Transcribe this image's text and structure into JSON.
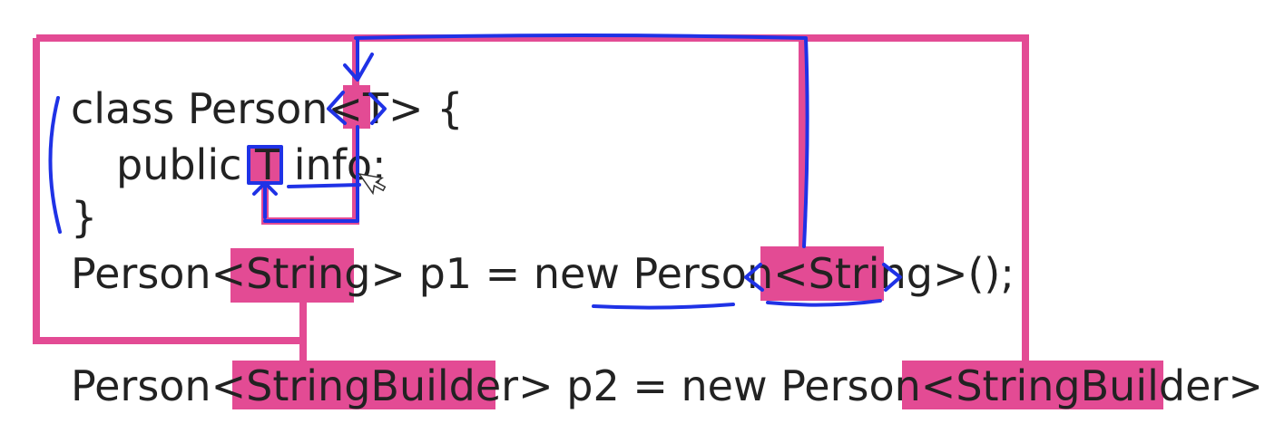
{
  "code": {
    "line1_prefix": "class Person",
    "line1_lt": "<",
    "line1_param": "T",
    "line1_gt": ">",
    "line1_brace": " {",
    "line2_prefix": "public ",
    "line2_type": "T",
    "line2_suffix": " info;",
    "line3": "}",
    "line4_prefix": "Person<",
    "line4_arg1": "String",
    "line4_mid": "> p1 = new Person<",
    "line4_arg2": "String",
    "line4_suffix": ">();",
    "line5_prefix": "Person<",
    "line5_arg1": "StringBuilder",
    "line5_mid": "> p2 = new Person<",
    "line5_arg2": "StringBuilder",
    "line5_suffix": ">();"
  },
  "colors": {
    "highlight": "#e34b94",
    "pen": "#1f32e6",
    "text": "#222222"
  },
  "icons": {
    "cursor": "mouse-pointer-icon"
  }
}
